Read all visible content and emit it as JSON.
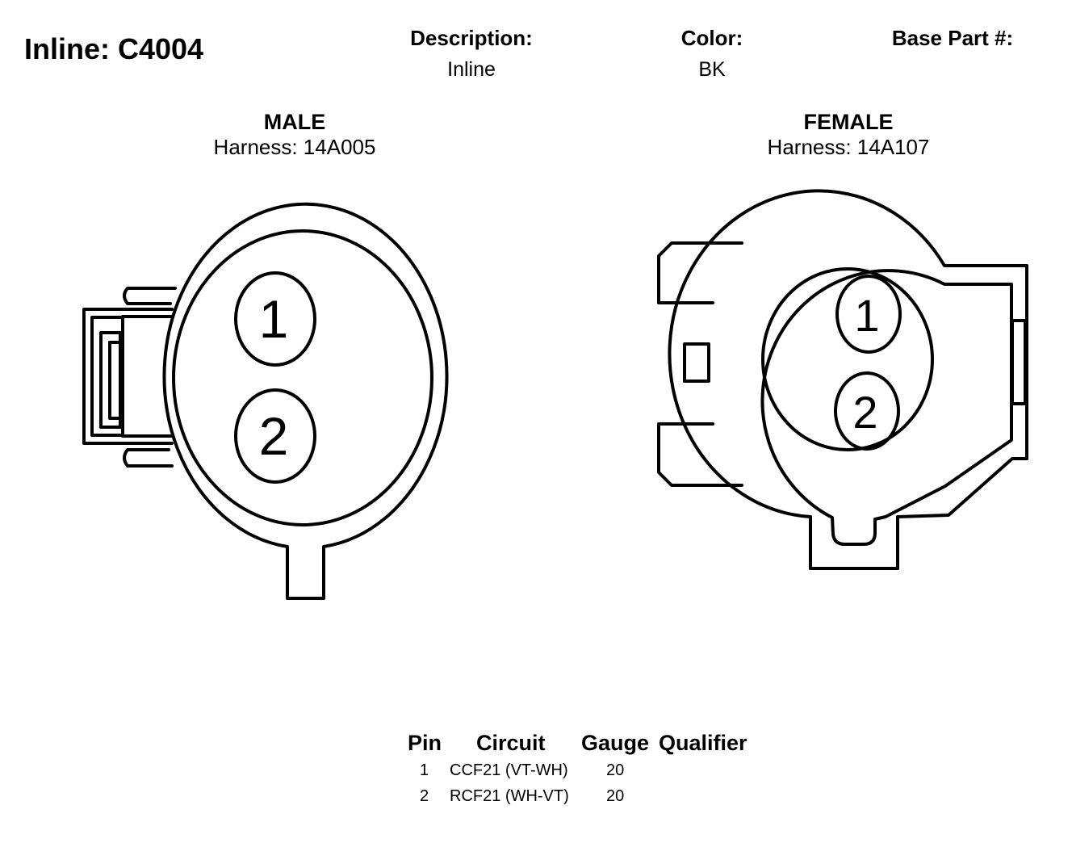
{
  "connector": {
    "title": "Inline: C4004",
    "description_label": "Description:",
    "description_value": "Inline",
    "color_label": "Color:",
    "color_value": "BK",
    "base_part_label": "Base Part #:",
    "base_part_value": ""
  },
  "views": {
    "male": {
      "title": "MALE",
      "harness": "Harness: 14A005",
      "pins": [
        "1",
        "2"
      ]
    },
    "female": {
      "title": "FEMALE",
      "harness": "Harness: 14A107",
      "pins": [
        "1",
        "2"
      ]
    }
  },
  "pin_table": {
    "headers": [
      "Pin",
      "Circuit",
      "Gauge",
      "Qualifier"
    ],
    "rows": [
      {
        "pin": "1",
        "circuit": "CCF21 (VT-WH)",
        "gauge": "20",
        "qualifier": ""
      },
      {
        "pin": "2",
        "circuit": "RCF21 (WH-VT)",
        "gauge": "20",
        "qualifier": ""
      }
    ]
  }
}
